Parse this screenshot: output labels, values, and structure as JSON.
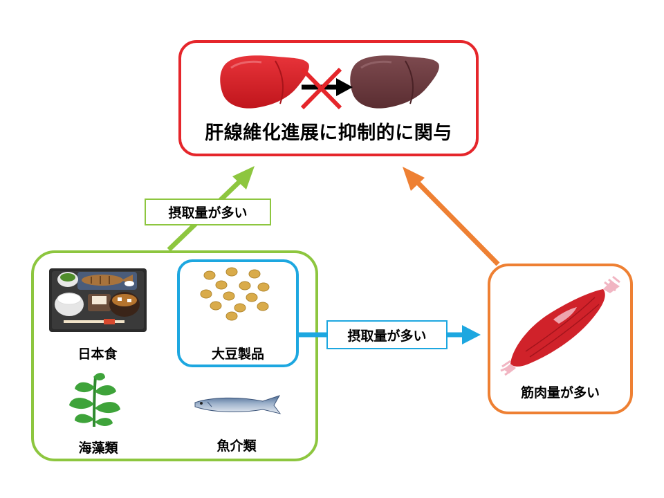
{
  "diagram": {
    "main_effect": "肝線維化進展に抑制的に関与",
    "intake_label_green": "摂取量が多い",
    "intake_label_blue": "摂取量が多い",
    "foods": {
      "washoku": "日本食",
      "soy": "大豆製品",
      "seaweed": "海藻類",
      "seafood": "魚介類"
    },
    "muscle_label": "筋肉量が多い"
  },
  "colors": {
    "red_frame": "#e5262b",
    "green_frame": "#8dc63f",
    "blue_frame": "#1da7e0",
    "orange_frame": "#ee8033",
    "liver_healthy": "#d42129",
    "liver_fibrotic": "#6b3a3e"
  },
  "icons": [
    "healthy-liver-icon",
    "fibrotic-liver-icon",
    "blocked-arrow-icon",
    "japanese-meal-icon",
    "soybeans-icon",
    "seaweed-icon",
    "saury-fish-icon",
    "muscle-icon"
  ]
}
